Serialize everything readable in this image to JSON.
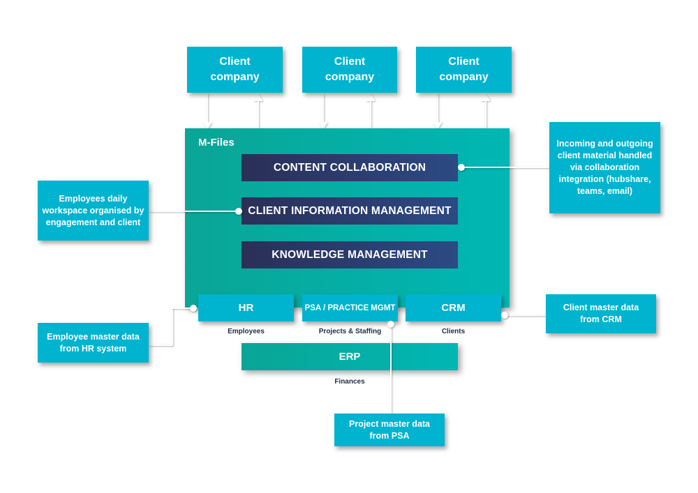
{
  "diagram": {
    "client_companies": [
      {
        "label": "Client company"
      },
      {
        "label": "Client company"
      },
      {
        "label": "Client company"
      }
    ],
    "platform": {
      "title": "M-Files",
      "modules": [
        {
          "label": "CONTENT COLLABORATION"
        },
        {
          "label": "CLIENT INFORMATION MANAGEMENT"
        },
        {
          "label": "KNOWLEDGE MANAGEMENT"
        }
      ]
    },
    "systems": [
      {
        "label": "HR",
        "caption": "Employees"
      },
      {
        "label": "PSA / PRACTICE MGMT",
        "caption": "Projects & Staffing"
      },
      {
        "label": "CRM",
        "caption": "Clients"
      },
      {
        "label": "ERP",
        "caption": "Finances"
      }
    ],
    "notes": {
      "collaboration": "Incoming and outgoing client material handled via collaboration integration (hubshare, teams, email)",
      "workspace": "Employees daily workspace organised by engagement and client",
      "hr": "Employee master data from HR system",
      "crm": "Client master data from CRM",
      "psa": "Project master data from PSA"
    },
    "colors": {
      "client_box": "#00b3cf",
      "platform": "#0aa596",
      "module": "#2a2f57"
    }
  }
}
